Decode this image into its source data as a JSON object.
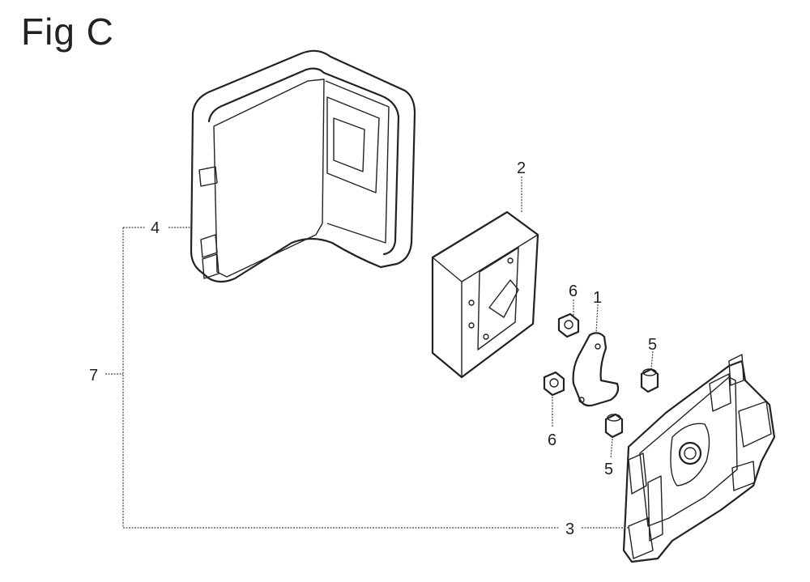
{
  "figure": {
    "title": "Fig C"
  },
  "callouts": [
    {
      "id": "c1",
      "label": "1"
    },
    {
      "id": "c2",
      "label": "2"
    },
    {
      "id": "c3",
      "label": "3"
    },
    {
      "id": "c4",
      "label": "4"
    },
    {
      "id": "c5a",
      "label": "5"
    },
    {
      "id": "c5b",
      "label": "5"
    },
    {
      "id": "c6a",
      "label": "6"
    },
    {
      "id": "c6b",
      "label": "6"
    },
    {
      "id": "c7",
      "label": "7"
    }
  ]
}
